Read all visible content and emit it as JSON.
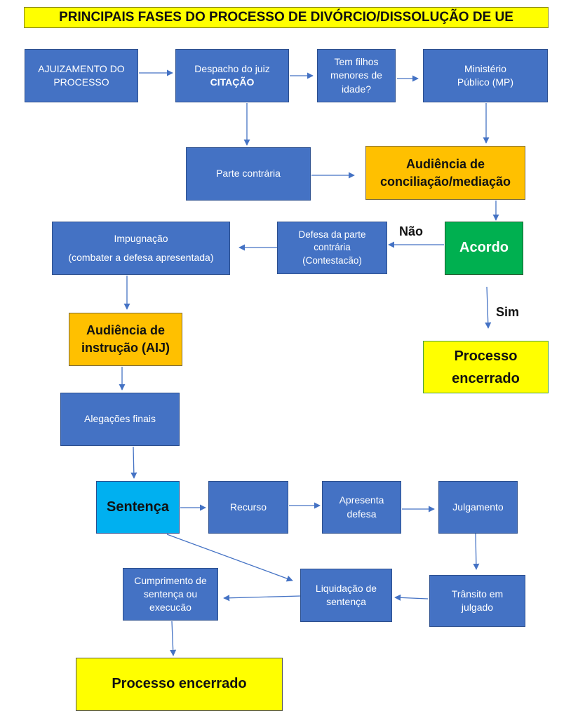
{
  "title": "PRINCIPAIS FASES DO PROCESSO DE DIVÓRCIO/DISSOLUÇÃO DE UE",
  "colors": {
    "blue": "#4472c4",
    "orange": "#ffc000",
    "green": "#00b050",
    "yellow": "#ffff00",
    "cyan": "#00b0f0",
    "arrow": "#4472c4"
  },
  "nodes": {
    "ajuizamento": "AJUIZAMENTO DO PROCESSO",
    "despacho": "Despacho do juiz",
    "citacao": "CITAÇÃO",
    "filhos": "Tem filhos menores de idade?",
    "mp": "Ministério Público (MP)",
    "parte_contraria": "Parte contrária",
    "audiencia_conciliacao": "Audiência de conciliação/mediação",
    "acordo": "Acordo",
    "defesa": "Defesa da parte contrária (Contestacão)",
    "impugnacao": "Impugnação",
    "impugnacao_detalhe": "(combater a defesa apresentada)",
    "audiencia_instrucao": "Audiência de instrução (AIJ)",
    "alegacoes": "Alegações finais",
    "processo_encerrado_1": "Processo encerrado",
    "sentenca": "Sentença",
    "recurso": "Recurso",
    "apresenta_defesa": "Apresenta defesa",
    "julgamento": "Julgamento",
    "transito": "Trânsito em julgado",
    "liquidacao": "Liquidação de sentença",
    "cumprimento": "Cumprimento de sentença ou execucão",
    "processo_encerrado_2": "Processo encerrado"
  },
  "labels": {
    "nao": "Não",
    "sim": "Sim"
  }
}
